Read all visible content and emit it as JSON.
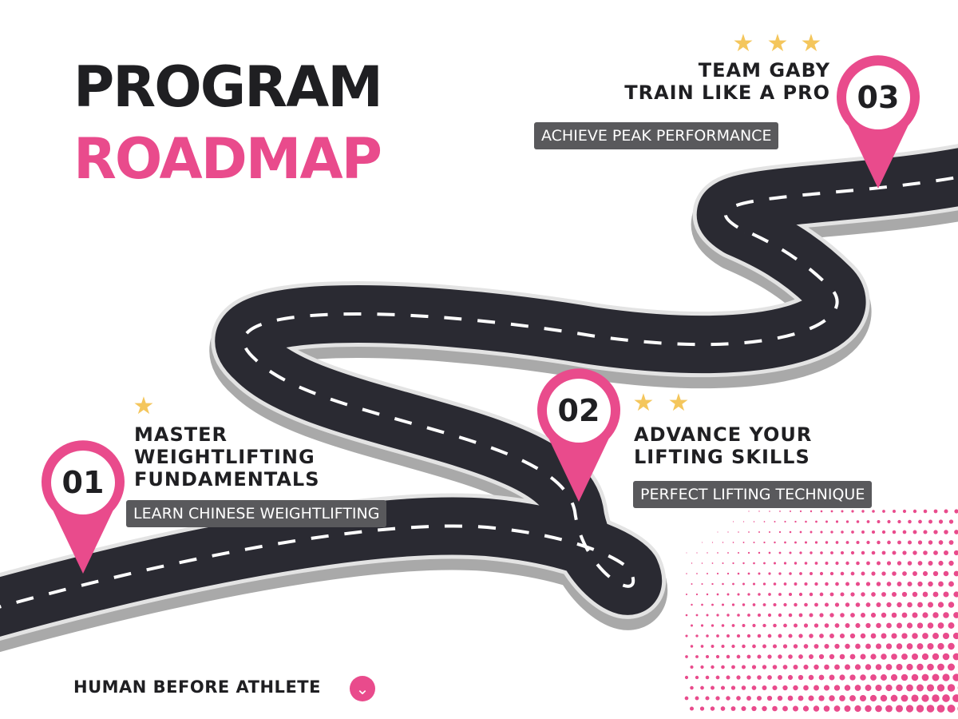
{
  "title": {
    "line1": "PROGRAM",
    "line2": "ROADMAP"
  },
  "colors": {
    "accent": "#e94b8c",
    "dark": "#2a2a32",
    "badge_bg": "#59595c",
    "star": "#f4c65c",
    "text": "#1f1f22"
  },
  "steps": [
    {
      "number": "01",
      "stars": 1,
      "heading_lines": [
        "MASTER",
        "WEIGHTLIFTING",
        "FUNDAMENTALS"
      ],
      "badge": "LEARN CHINESE WEIGHTLIFTING"
    },
    {
      "number": "02",
      "stars": 2,
      "heading_lines": [
        "ADVANCE YOUR",
        "LIFTING SKILLS"
      ],
      "badge": "PERFECT LIFTING TECHNIQUE"
    },
    {
      "number": "03",
      "stars": 3,
      "heading_lines": [
        "TEAM GABY",
        "TRAIN LIKE A PRO"
      ],
      "badge": "ACHIEVE PEAK PERFORMANCE"
    }
  ],
  "star_icon": "star-icon",
  "pin_icon": "map-pin-icon",
  "footer": {
    "tagline": "HUMAN BEFORE ATHLETE",
    "logo_icon": "chevron-down-logo-icon",
    "logo_glyph": "⌄"
  }
}
